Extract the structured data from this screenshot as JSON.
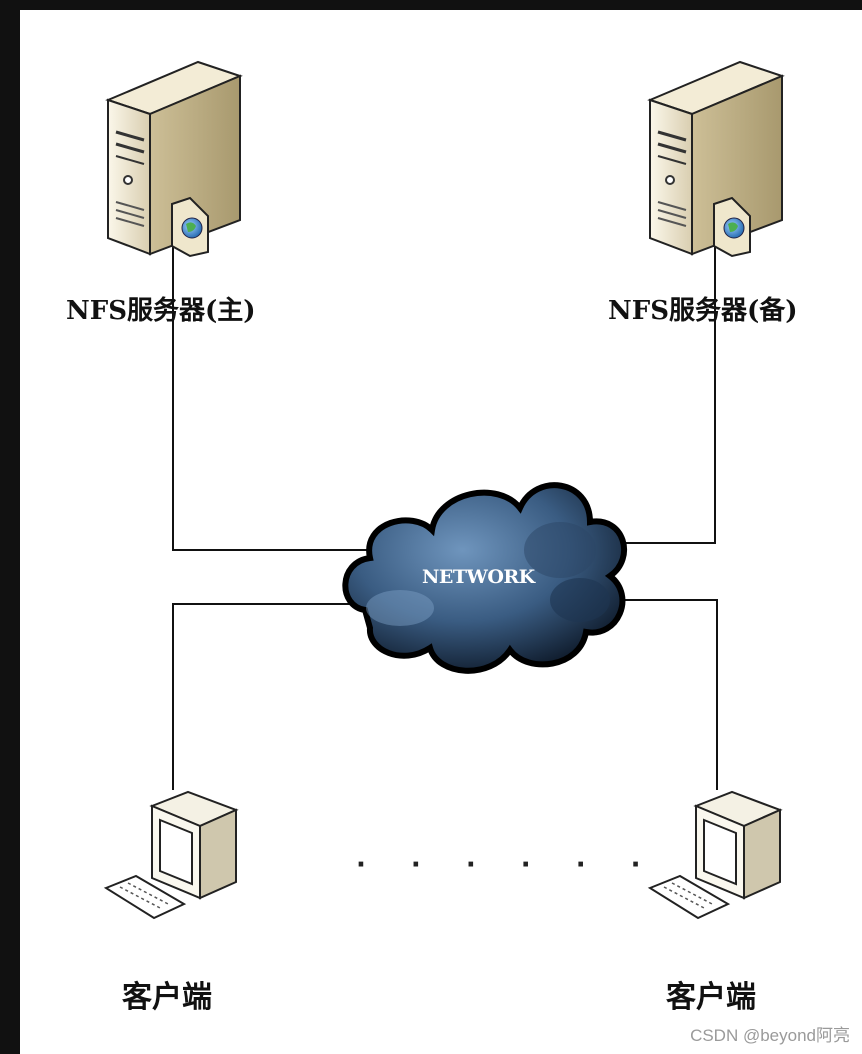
{
  "servers": {
    "primary": {
      "label": "NFS服务器(主)",
      "icon": "server-icon"
    },
    "backup": {
      "label": "NFS服务器(备)",
      "icon": "server-icon"
    }
  },
  "network": {
    "label": "NETWORK",
    "icon": "cloud-icon"
  },
  "clients": {
    "left": {
      "label": "客户端",
      "icon": "desktop-computer-icon"
    },
    "right": {
      "label": "客户端",
      "icon": "desktop-computer-icon"
    },
    "ellipsis": "· · · · · ·"
  },
  "watermark": "CSDN @beyond阿亮",
  "colors": {
    "cloud_dark": "#0e1a2a",
    "cloud_light": "#6f95bd",
    "line": "#111111"
  }
}
